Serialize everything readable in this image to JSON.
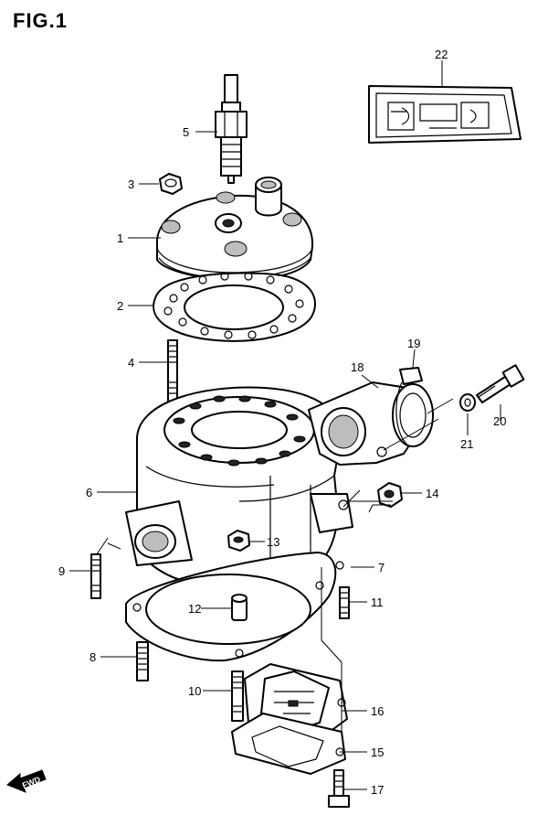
{
  "figure": {
    "title": "FIG.1",
    "fwd_label": "FWD"
  },
  "callouts": {
    "c1": "1",
    "c2": "2",
    "c3": "3",
    "c4": "4",
    "c5": "5",
    "c6": "6",
    "c7": "7",
    "c8": "8",
    "c9": "9",
    "c10": "10",
    "c11": "11",
    "c12": "12",
    "c13": "13",
    "c14": "14",
    "c15": "15",
    "c16": "16",
    "c17": "17",
    "c18": "18",
    "c19": "19",
    "c20": "20",
    "c21": "21",
    "c22": "22"
  }
}
